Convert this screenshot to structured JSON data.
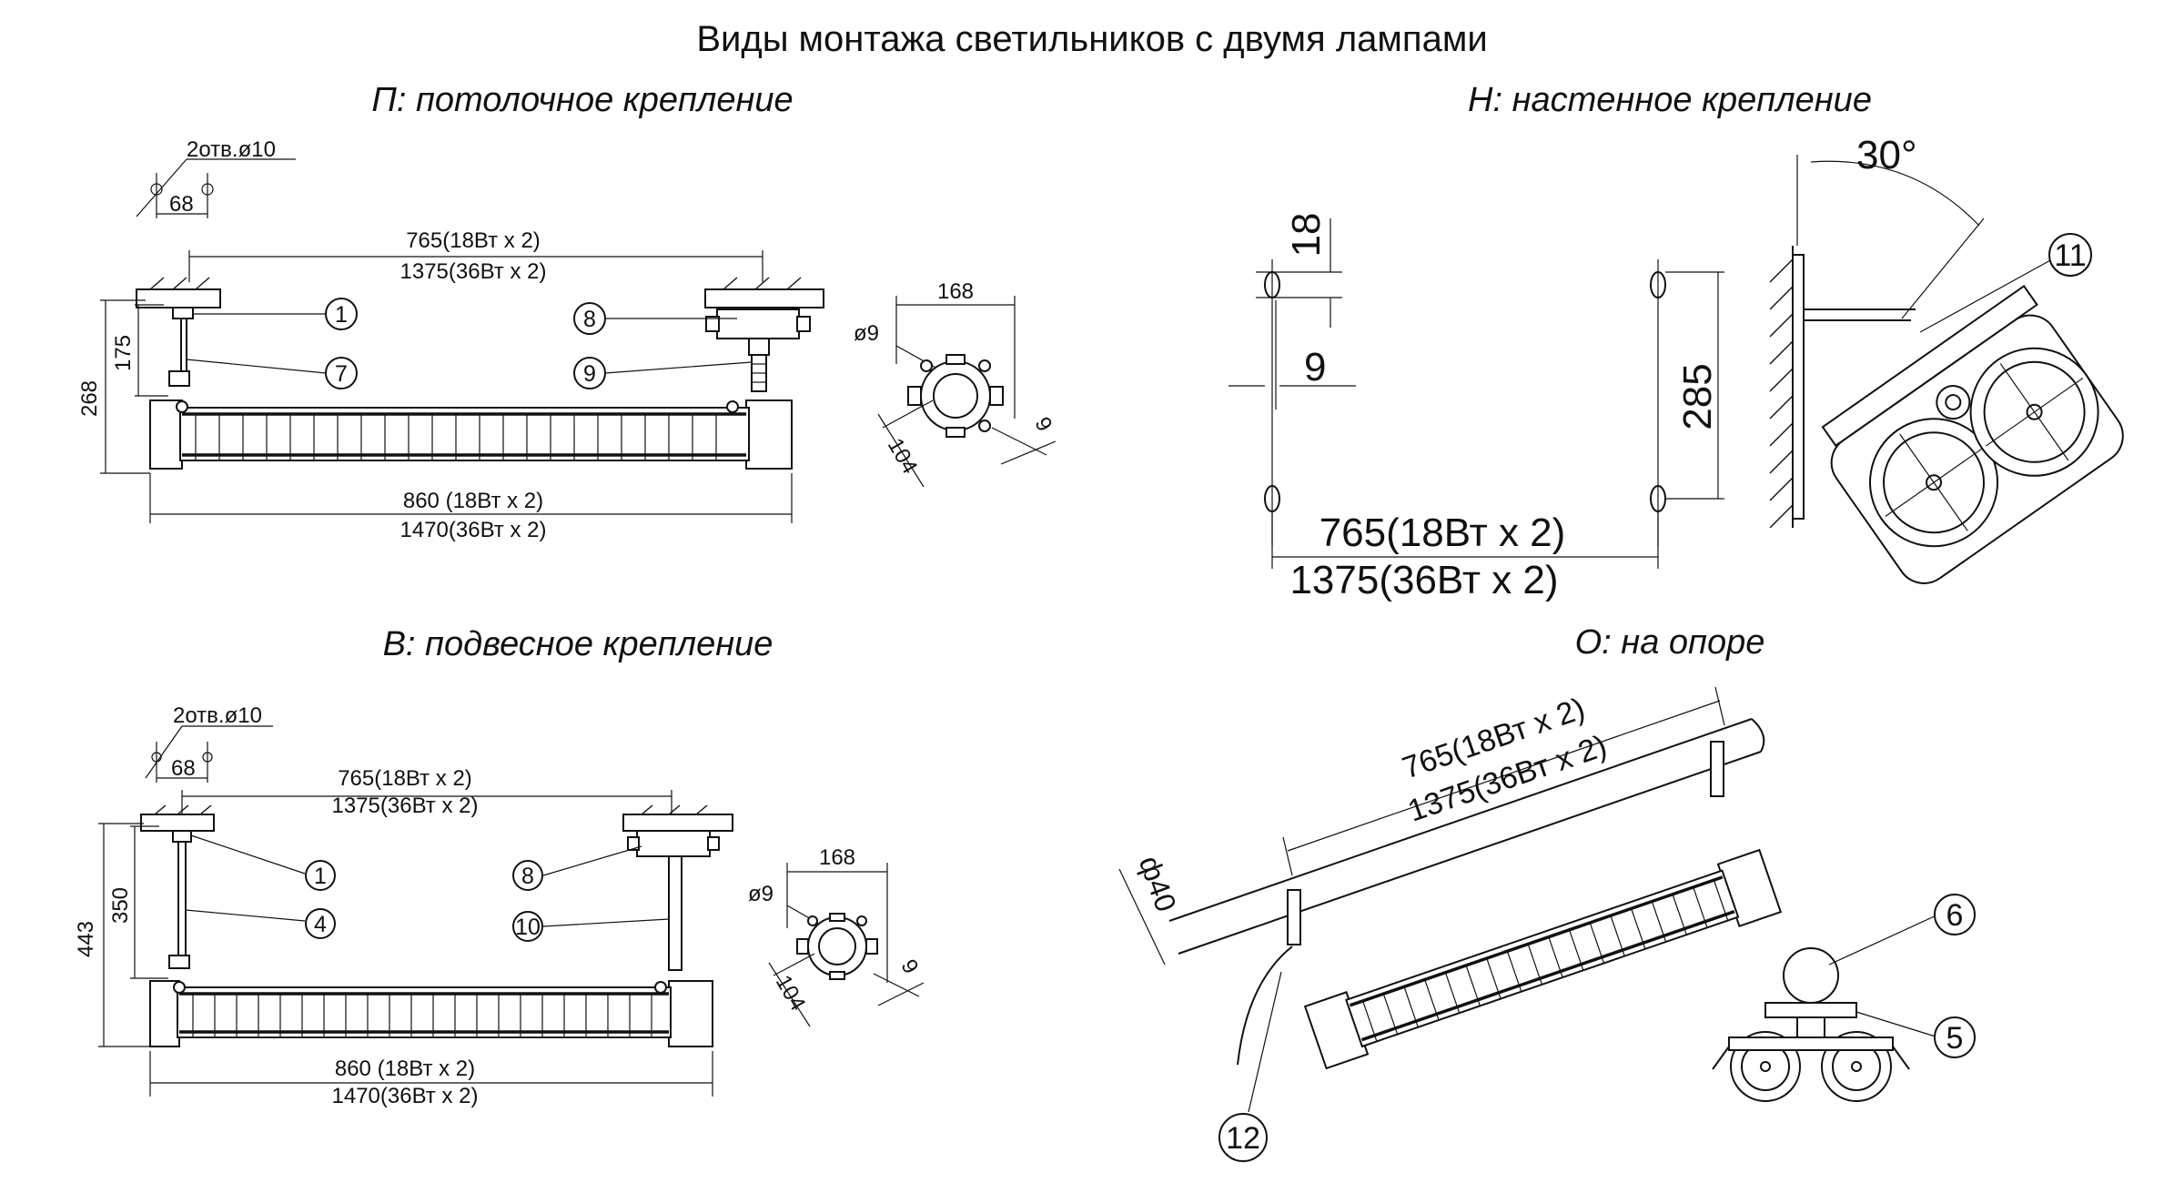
{
  "title": "Виды монтажа светильников с двумя лампами",
  "views": {
    "ceiling": {
      "title": "П: потолочное крепление",
      "holes": "2отв.ø10",
      "hole_spacing": "68",
      "span_a": "765(18Вт х 2)",
      "span_b": "1375(36Вт х 2)",
      "height_total": "268",
      "height_bracket": "175",
      "length_a": "860 (18Вт х 2)",
      "length_b": "1470(36Вт х 2)",
      "side_width": "168",
      "side_hole": "ø9",
      "side_depth": "104",
      "side_gap": "9",
      "callouts": [
        "1",
        "7",
        "8",
        "9"
      ]
    },
    "wall": {
      "title": "Н: настенное крепление",
      "angle": "30°",
      "dim_18": "18",
      "dim_9": "9",
      "dim_285": "285",
      "span_a": "765(18Вт х 2)",
      "span_b": "1375(36Вт х 2)",
      "callout": "11"
    },
    "pendant": {
      "title": "В: подвесное крепление",
      "holes": "2отв.ø10",
      "hole_spacing": "68",
      "span_a": "765(18Вт х 2)",
      "span_b": "1375(36Вт х 2)",
      "height_total": "443",
      "height_rod": "350",
      "length_a": "860 (18Вт х 2)",
      "length_b": "1470(36Вт х 2)",
      "side_width": "168",
      "side_hole": "ø9",
      "side_depth": "104",
      "side_gap": "9",
      "callouts": [
        "1",
        "4",
        "8",
        "10"
      ]
    },
    "pole": {
      "title": "О: на опоре",
      "span_a": "765(18Вт х 2)",
      "span_b": "1375(36Вт х 2)",
      "pipe_dia": "ф40",
      "callouts": [
        "6",
        "5",
        "12"
      ]
    }
  }
}
